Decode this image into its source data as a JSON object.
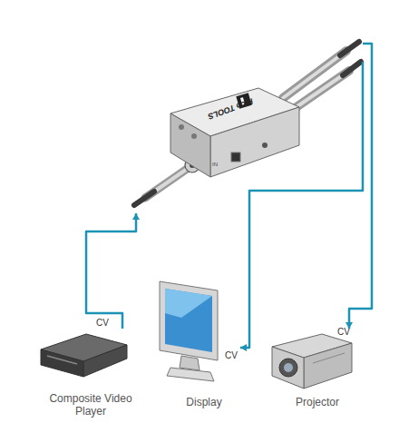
{
  "diagram": {
    "nodes": [
      {
        "text": [
          "Pico TOOLS"
        ]
      },
      {
        "text": [
          "Composite Video Player"
        ]
      },
      {
        "text": [
          "Display"
        ]
      },
      {
        "text": [
          "Projector"
        ]
      }
    ],
    "edges": [
      {
        "from": 1,
        "to": 0,
        "arrow": "to"
      },
      {
        "from": 0,
        "to": 2,
        "arrow": "to"
      },
      {
        "from": 0,
        "to": 3,
        "arrow": "to"
      }
    ],
    "labels": [
      "CV",
      "CV",
      "CV",
      "IN"
    ]
  }
}
